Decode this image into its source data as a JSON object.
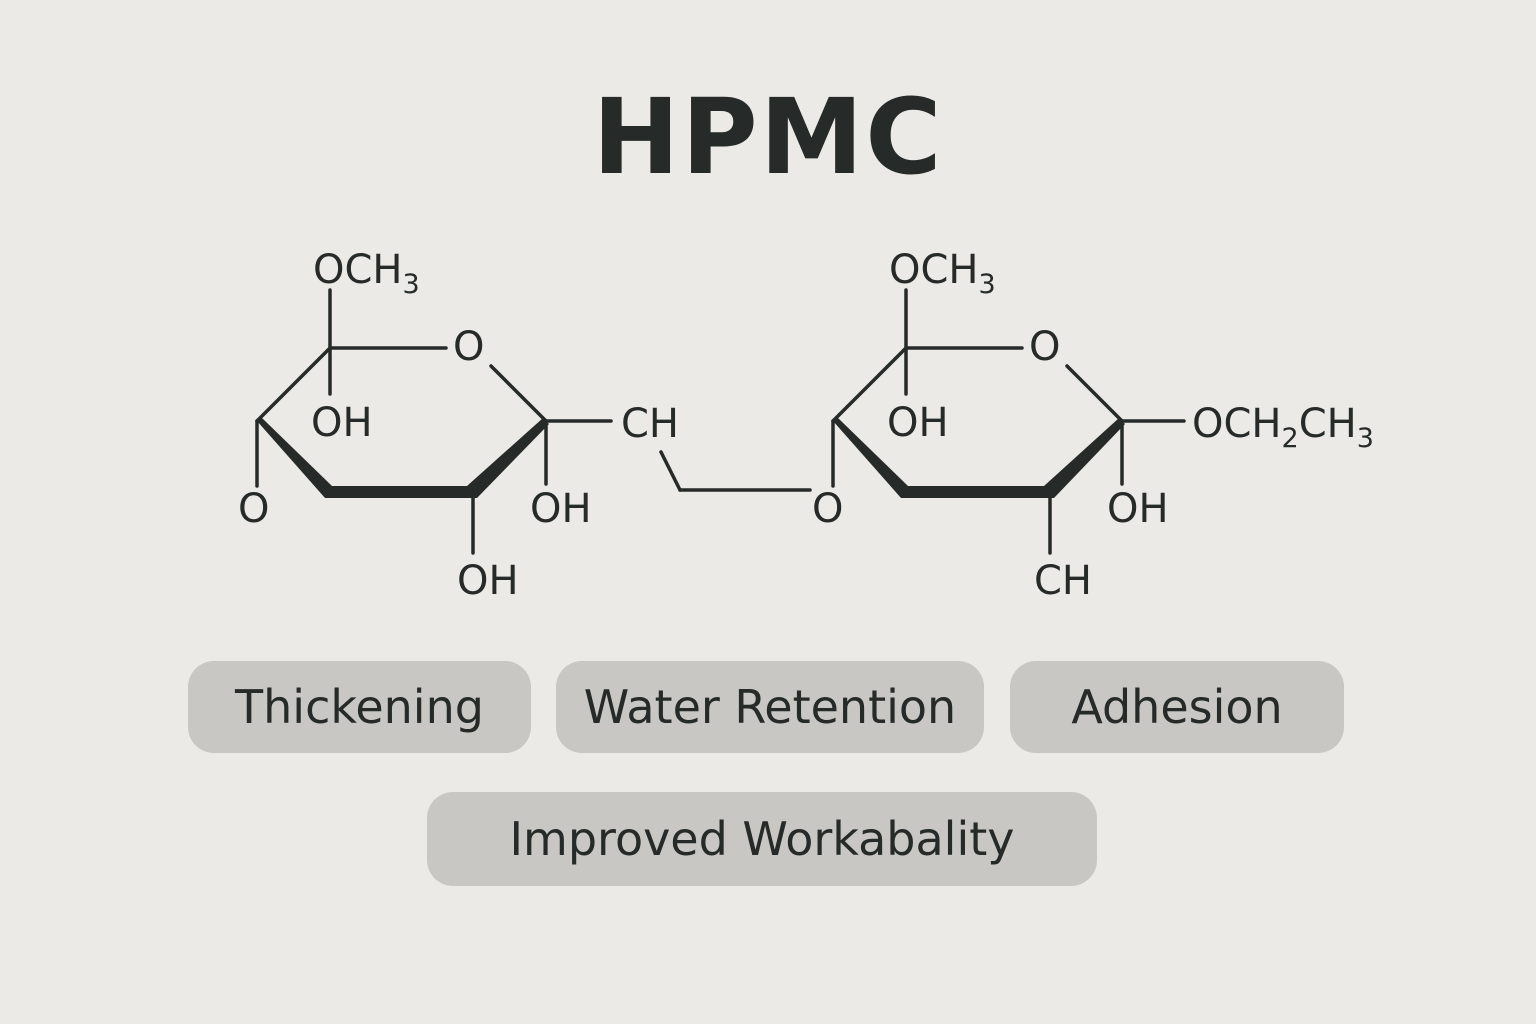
{
  "title": "HPMC",
  "structure": {
    "left_ring": {
      "methoxy": {
        "main": "OCH",
        "sub": "3"
      },
      "ring_oxygen": "O",
      "hydroxyl_top": "OH",
      "oxygen_left": "O",
      "hydroxyl_right": "OH",
      "hydroxyl_bottom": "OH"
    },
    "bridge_ch": "CH",
    "bridge_oxygen": "O",
    "right_ring": {
      "methoxy": {
        "main": "OCH",
        "sub": "3"
      },
      "ring_oxygen": "O",
      "hydroxyl_top": "OH",
      "ethoxy": {
        "a": "OCH",
        "sub1": "2",
        "b": "CH",
        "sub2": "3"
      },
      "hydroxyl_right": "OH",
      "ch_bottom": "CH"
    },
    "bond_color": "#262a28"
  },
  "properties": [
    {
      "label": "Thickening"
    },
    {
      "label": "Water Retention"
    },
    {
      "label": "Adhesion"
    },
    {
      "label": "Improved Workabality"
    }
  ],
  "colors": {
    "background": "#ebeae6",
    "pill": "#c8c7c3",
    "text": "#262a28"
  }
}
